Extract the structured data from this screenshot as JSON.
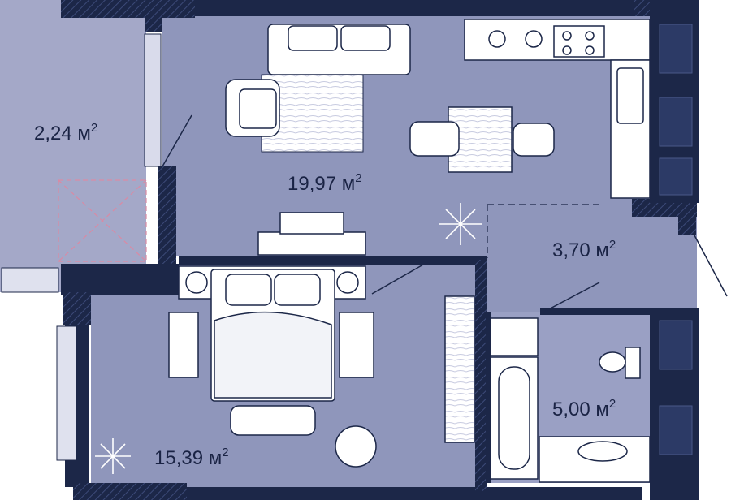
{
  "colors": {
    "wall": "#1c2748",
    "floor": "#8f96bb",
    "wet_floor": "#9aa0c4",
    "balcony": "#a4a8c8",
    "furniture": "#ffffff",
    "line": "#1c2748",
    "accent_pink": "#d98aa4"
  },
  "rooms": [
    {
      "id": "balcony",
      "value": "2,24 м",
      "exp": "2"
    },
    {
      "id": "living-kitchen",
      "value": "19,97 м",
      "exp": "2"
    },
    {
      "id": "hall",
      "value": "3,70 м",
      "exp": "2"
    },
    {
      "id": "bathroom",
      "value": "5,00 м",
      "exp": "2"
    },
    {
      "id": "bedroom",
      "value": "15,39 м",
      "exp": "2"
    }
  ],
  "icons": [
    "sofa-icon",
    "armchair-icon",
    "rug-icon",
    "dining-table-icon",
    "chair-icon",
    "stove-icon",
    "sink-icon",
    "bed-icon",
    "nightstand-icon",
    "plant-icon",
    "bathtub-icon",
    "toilet-icon",
    "washbasin-icon",
    "wardrobe-icon",
    "door-icon"
  ]
}
